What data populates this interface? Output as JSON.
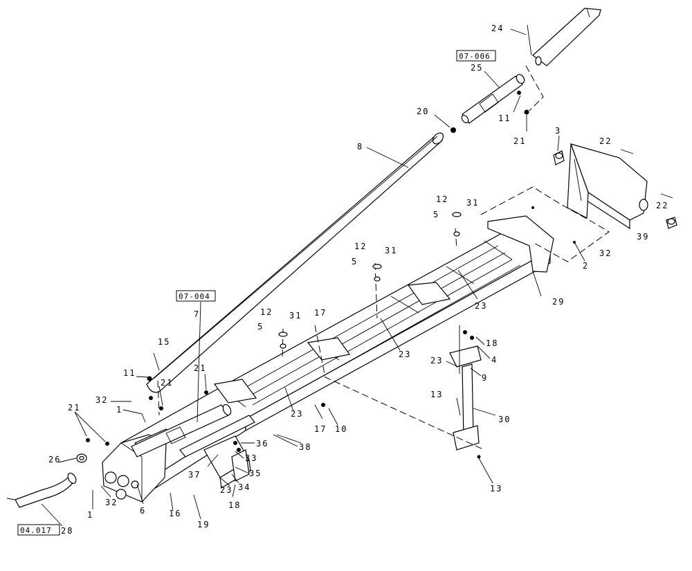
{
  "callouts": [
    {
      "id": "c24",
      "text": "24"
    },
    {
      "id": "c25",
      "text": "25"
    },
    {
      "id": "c20",
      "text": "20"
    },
    {
      "id": "c11a",
      "text": "11"
    },
    {
      "id": "c21a",
      "text": "21"
    },
    {
      "id": "c8",
      "text": "8"
    },
    {
      "id": "c3",
      "text": "3"
    },
    {
      "id": "c22a",
      "text": "22"
    },
    {
      "id": "c22b",
      "text": "22"
    },
    {
      "id": "c39",
      "text": "39"
    },
    {
      "id": "c12a",
      "text": "12"
    },
    {
      "id": "c31a",
      "text": "31"
    },
    {
      "id": "c5a",
      "text": "5"
    },
    {
      "id": "c2",
      "text": "2"
    },
    {
      "id": "c32a",
      "text": "32"
    },
    {
      "id": "c12b",
      "text": "12"
    },
    {
      "id": "c31b",
      "text": "31"
    },
    {
      "id": "c5b",
      "text": "5"
    },
    {
      "id": "c29",
      "text": "29"
    },
    {
      "id": "c23a",
      "text": "23"
    },
    {
      "id": "c7",
      "text": "7"
    },
    {
      "id": "c12c",
      "text": "12"
    },
    {
      "id": "c31c",
      "text": "31"
    },
    {
      "id": "c5c",
      "text": "5"
    },
    {
      "id": "c17a",
      "text": "17"
    },
    {
      "id": "c23b",
      "text": "23"
    },
    {
      "id": "c18a",
      "text": "18"
    },
    {
      "id": "c4",
      "text": "4"
    },
    {
      "id": "c23c",
      "text": "23"
    },
    {
      "id": "c9",
      "text": "9"
    },
    {
      "id": "c15",
      "text": "15"
    },
    {
      "id": "c21b",
      "text": "21"
    },
    {
      "id": "c11b",
      "text": "11"
    },
    {
      "id": "c21c",
      "text": "21"
    },
    {
      "id": "c32b",
      "text": "32"
    },
    {
      "id": "c1a",
      "text": "1"
    },
    {
      "id": "c23d",
      "text": "23"
    },
    {
      "id": "c13a",
      "text": "13"
    },
    {
      "id": "c30",
      "text": "30"
    },
    {
      "id": "c17b",
      "text": "17"
    },
    {
      "id": "c10",
      "text": "10"
    },
    {
      "id": "c21d",
      "text": "21"
    },
    {
      "id": "c36",
      "text": "36"
    },
    {
      "id": "c38",
      "text": "38"
    },
    {
      "id": "c33",
      "text": "33"
    },
    {
      "id": "c37",
      "text": "37"
    },
    {
      "id": "c35",
      "text": "35"
    },
    {
      "id": "c34",
      "text": "34"
    },
    {
      "id": "c23e",
      "text": "23"
    },
    {
      "id": "c18b",
      "text": "18"
    },
    {
      "id": "c13b",
      "text": "13"
    },
    {
      "id": "c26",
      "text": "26"
    },
    {
      "id": "c32c",
      "text": "32"
    },
    {
      "id": "c1b",
      "text": "1"
    },
    {
      "id": "c6",
      "text": "6"
    },
    {
      "id": "c16",
      "text": "16"
    },
    {
      "id": "c19",
      "text": "19"
    },
    {
      "id": "c28",
      "text": "28"
    }
  ],
  "refs": {
    "r1": "07-006",
    "r2": "07-004",
    "r3": "04.017"
  }
}
